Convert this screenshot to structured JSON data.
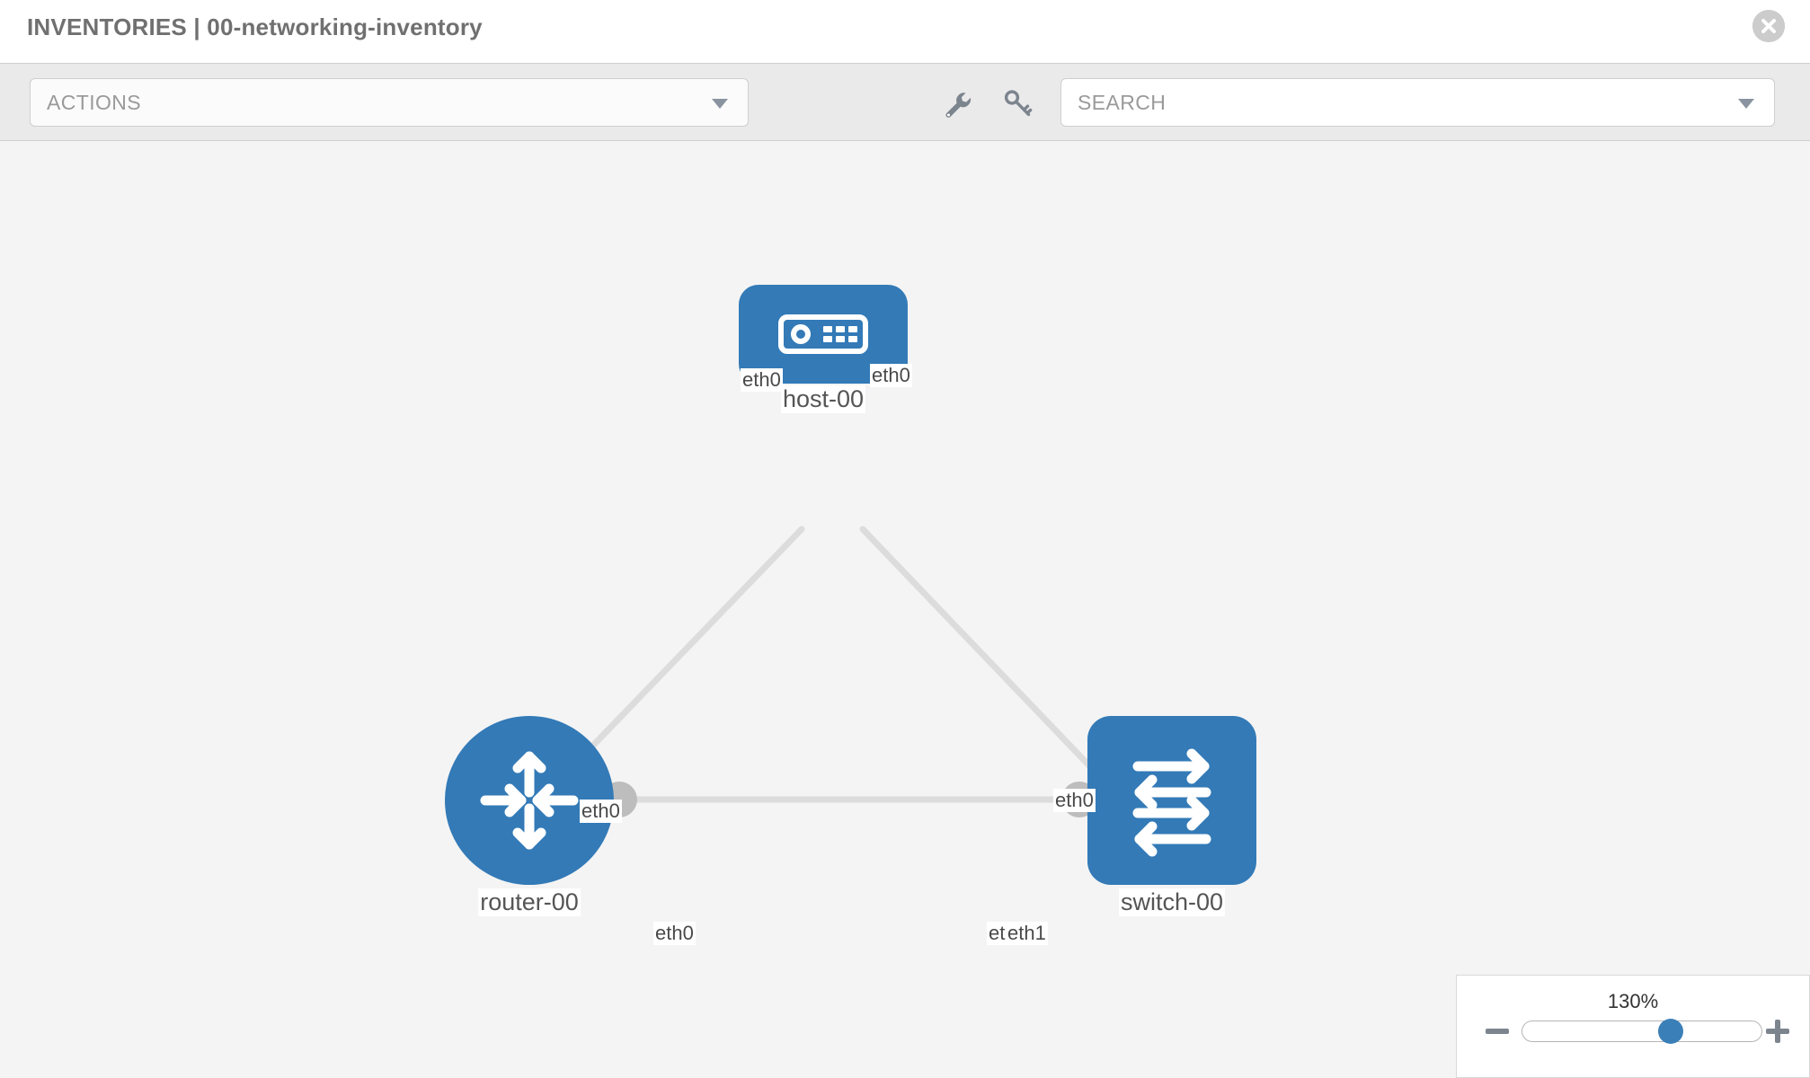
{
  "header": {
    "title": "INVENTORIES | 00-networking-inventory",
    "close_icon": "close-circle-icon"
  },
  "toolbar": {
    "actions_label": "ACTIONS",
    "actions_caret_icon": "chevron-down-icon",
    "wrench_icon": "wrench-icon",
    "key_icon": "key-icon",
    "search_placeholder": "SEARCH",
    "search_value": "",
    "search_caret_icon": "chevron-down-icon"
  },
  "topology": {
    "nodes": [
      {
        "id": "host-00",
        "label": "host-00",
        "type": "host",
        "icon": "server-device-icon",
        "color": "#337ab7"
      },
      {
        "id": "router-00",
        "label": "router-00",
        "type": "router",
        "icon": "router-arrows-icon",
        "color": "#337ab7"
      },
      {
        "id": "switch-00",
        "label": "switch-00",
        "type": "switch",
        "icon": "switch-arrows-icon",
        "color": "#337ab7"
      }
    ],
    "interfaces": [
      {
        "id": "host-left",
        "label": "eth0"
      },
      {
        "id": "host-right",
        "label": "eth0"
      },
      {
        "id": "router-top",
        "label": "eth0"
      },
      {
        "id": "router-right",
        "label": "eth0"
      },
      {
        "id": "switch-top",
        "label": "eth0"
      },
      {
        "id": "switch-left0",
        "label": "eth0"
      },
      {
        "id": "switch-left1",
        "label": "eth1"
      }
    ],
    "links": [
      {
        "from": "host-00",
        "to": "router-00"
      },
      {
        "from": "host-00",
        "to": "switch-00"
      },
      {
        "from": "router-00",
        "to": "switch-00"
      }
    ],
    "link_color": "#dcdcdc",
    "handle_color": "#bdbdbd"
  },
  "zoom_control": {
    "value_label": "130%",
    "minus_icon": "minus-icon",
    "plus_icon": "plus-icon",
    "thumb_position_pct": 62
  }
}
